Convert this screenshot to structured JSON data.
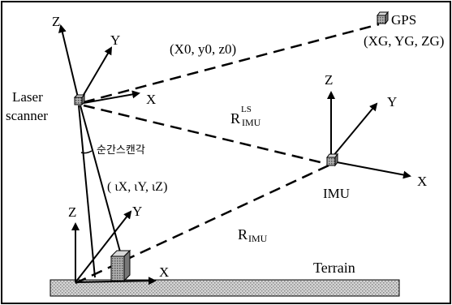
{
  "labels": {
    "gps": "GPS",
    "gps_coords": "(XG, YG, ZG)",
    "scanner_coords": "(X0,  y0,  z0)",
    "laser_line1": "Laser",
    "laser_line2": "scanner",
    "rotation_ls": "R",
    "rotation_ls_sup": "LS",
    "rotation_ls_sub": "IMU",
    "rotation_imu": "R",
    "rotation_imu_sub": "IMU",
    "instant_scan_angle": "순간스캔각",
    "lever_arm": "( ιX,  ιY,  ιZ)",
    "imu": "IMU",
    "terrain": "Terrain"
  },
  "axes": {
    "scanner": {
      "z": "Z",
      "y": "Y",
      "x": "X"
    },
    "imu": {
      "z": "Z",
      "y": "Y",
      "x": "X"
    },
    "ground": {
      "z": "Z",
      "y": "Y",
      "x": "X"
    }
  },
  "colors": {
    "line": "#000000",
    "device_fill": "#8a8a8a",
    "terrain_fill": "#c8c8c8"
  }
}
